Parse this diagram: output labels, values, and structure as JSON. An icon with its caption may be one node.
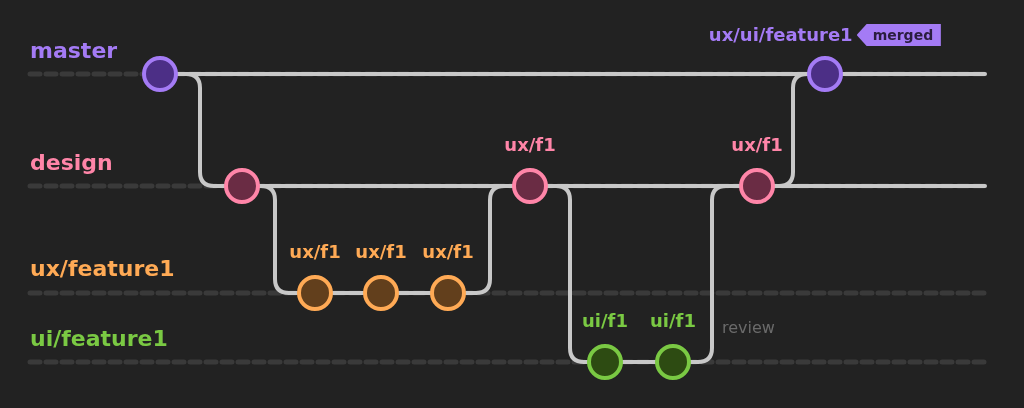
{
  "diagram": {
    "nodes": [
      {
        "text": [],
        "shape": "circle"
      },
      {
        "text": [],
        "shape": "circle"
      },
      {
        "text": [],
        "shape": "circle",
        "beside": [
          "ux/f1"
        ]
      },
      {
        "text": [],
        "shape": "circle",
        "beside": [
          "ux/f1"
        ]
      },
      {
        "text": [],
        "shape": "circle",
        "beside": [
          "ux/f1"
        ]
      },
      {
        "text": [],
        "shape": "circle",
        "beside": [
          "ux/f1"
        ]
      },
      {
        "text": [],
        "shape": "circle",
        "beside": [
          "ui/f1"
        ]
      },
      {
        "text": [],
        "shape": "circle",
        "beside": [
          "ui/f1"
        ]
      },
      {
        "text": [],
        "shape": "circle",
        "beside": [
          "ux/f1"
        ]
      },
      {
        "text": [],
        "shape": "circle",
        "beside": [
          "ux/ui/feature1",
          "merged"
        ]
      }
    ],
    "edges": [
      {
        "from": 0,
        "to": 9,
        "arrow": "none"
      },
      {
        "from": 9,
        "to": null,
        "arrow": "none"
      },
      {
        "from": 0,
        "to": 1,
        "arrow": "none"
      },
      {
        "from": 1,
        "to": 5,
        "arrow": "none"
      },
      {
        "from": 1,
        "to": 2,
        "arrow": "none"
      },
      {
        "from": 2,
        "to": 3,
        "arrow": "none"
      },
      {
        "from": 3,
        "to": 4,
        "arrow": "none"
      },
      {
        "from": 4,
        "to": 5,
        "arrow": "none"
      },
      {
        "from": 5,
        "to": 8,
        "arrow": "none"
      },
      {
        "from": 8,
        "to": null,
        "arrow": "none"
      },
      {
        "from": 5,
        "to": 6,
        "arrow": "none"
      },
      {
        "from": 6,
        "to": 7,
        "arrow": "none"
      },
      {
        "from": 7,
        "to": 8,
        "arrow": "none"
      },
      {
        "from": 8,
        "to": 9,
        "arrow": "none"
      }
    ],
    "labels": [
      "master",
      "design",
      "ux/feature1",
      "ui/feature1",
      "review"
    ]
  }
}
